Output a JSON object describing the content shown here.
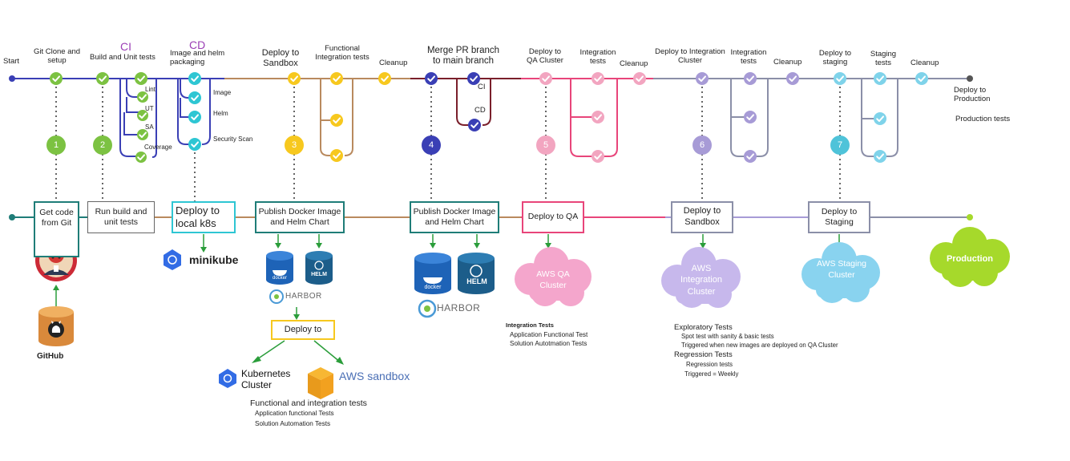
{
  "stages": {
    "start": "Start",
    "git_clone": "Git Clone and setup",
    "ci_tag": "CI",
    "build_unit": "Build and Unit tests",
    "cd_tag": "CD",
    "image_helm": "Image and helm packaging",
    "deploy_sandbox": "Deploy to Sandbox",
    "functional_integration": "Functional Integration tests",
    "cleanup_1": "Cleanup",
    "merge_pr": "Merge PR branch to main branch",
    "deploy_qa": "Deploy to QA Cluster",
    "integration_tests_1": "Integration tests",
    "cleanup_2": "Cleanup",
    "deploy_integration": "Deploy to Integration Cluster",
    "integration_tests_2": "Integration tests",
    "cleanup_3": "Cleanup",
    "deploy_staging": "Deploy to staging",
    "staging_tests": "Staging tests",
    "cleanup_4": "Cleanup",
    "deploy_production": "Deploy to Production",
    "production_tests": "Production tests"
  },
  "ci_substeps": [
    "Lint",
    "UT",
    "SA",
    "Coverage"
  ],
  "cd_substeps": [
    "Image",
    "Helm",
    "Security Scan"
  ],
  "merge_substeps": [
    "CI",
    "CD"
  ],
  "step_numbers": [
    "1",
    "2",
    "3",
    "4",
    "5",
    "6",
    "7"
  ],
  "boxes": {
    "get_code": "Get code from Git",
    "run_build": "Run build and unit tests",
    "deploy_local": "Deploy to local k8s",
    "publish_1": "Publish Docker Image and Helm Chart",
    "publish_2": "Publish Docker Image and Helm Chart",
    "deploy_qa": "Deploy to QA",
    "deploy_sandbox": "Deploy to Sandbox",
    "deploy_staging": "Deploy to Staging",
    "deploy_to": "Deploy to"
  },
  "logos": {
    "github": "GitHub",
    "minikube": "minikube",
    "docker": "docker",
    "helm": "HELM",
    "harbor": "HARBOR",
    "kubernetes": "Kubernetes Cluster",
    "aws_sandbox": "AWS sandbox"
  },
  "clouds": {
    "qa": "AWS QA Cluster",
    "integration": "AWS Integration Cluster",
    "staging": "AWS Staging Cluster",
    "production": "Production"
  },
  "notes": {
    "sandbox_tests_title": "Functional and integration tests",
    "sandbox_tests_items": [
      "Application functional Tests",
      "Solution Automation Tests"
    ],
    "qa_tests_title": "Integration Tests",
    "qa_tests_items": [
      "Application Functional Test",
      "Solution Autotmation Tests"
    ],
    "exploratory_title": "Exploratory Tests",
    "exploratory_items": [
      "Spot test with sanity & basic tests",
      "Triggered when new images are deployed on QA Cluster"
    ],
    "regression_title": "Regression Tests",
    "regression_items": [
      "Regression tests",
      "Triggered = Weekly"
    ]
  },
  "colors": {
    "green": "#7cc242",
    "teal": "#2ec6d3",
    "yellow": "#f7c81e",
    "tan": "#b98a5e",
    "navy": "#3a3fb5",
    "maroon": "#7a1f2b",
    "pink": "#f2a5c0",
    "magenta": "#e8457a",
    "lavender": "#a79bd6",
    "grayblue": "#8b8fa8",
    "skyblue": "#7fd3ea",
    "lime": "#a6d92b",
    "darkgreen": "#1f7d78",
    "purple": "#9b3fb5"
  }
}
